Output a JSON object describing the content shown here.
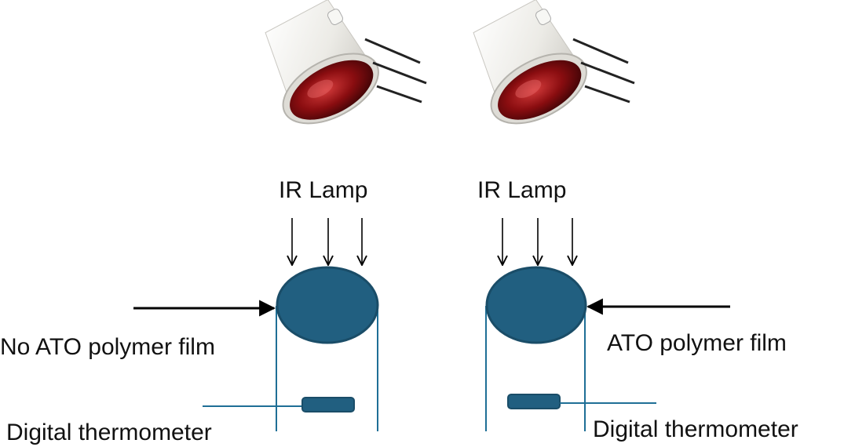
{
  "colors": {
    "beaker_fill": "#215f80",
    "beaker_stroke": "#1a4d68",
    "line": "#1f6f96",
    "arrow": "#000000",
    "lamp_body": "#f2f0ec",
    "lamp_bulb": "#8a0d10"
  },
  "left_setup": {
    "lamp_icon": "ir-lamp-icon",
    "lamp_label": "IR Lamp",
    "film_label": "No ATO polymer film",
    "thermometer_label": "Digital thermometer"
  },
  "right_setup": {
    "lamp_icon": "ir-lamp-icon",
    "lamp_label": "IR Lamp",
    "film_label": "ATO polymer film",
    "thermometer_label": "Digital thermometer"
  }
}
